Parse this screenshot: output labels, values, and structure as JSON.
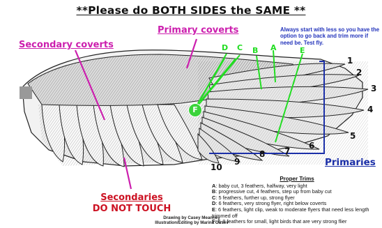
{
  "title": "**Please do BOTH SIDES the SAME **",
  "note": "Always start with less so you have the option to go back and trim more if need be. Test fly.",
  "labels": {
    "primary_coverts": "Primary coverts",
    "secondary_coverts": "Secondary coverts",
    "secondaries": "Secondaries",
    "do_not_touch": "DO NOT TOUCH",
    "primaries": "Primaries"
  },
  "feather_numbers": [
    "1",
    "2",
    "3",
    "4",
    "5",
    "6",
    "7",
    "8",
    "9",
    "10"
  ],
  "trim_letters": [
    "A",
    "B",
    "C",
    "D",
    "E",
    "F"
  ],
  "proper_trims": {
    "heading": "Proper Trims",
    "items": [
      {
        "letter": "A",
        "text": ": baby cut, 3 feathers, halfway, very light"
      },
      {
        "letter": "B",
        "text": ": progressive cut, 4 feathers, step up from baby cut"
      },
      {
        "letter": "C",
        "text": ": 5 feathers, further up, strong flyer"
      },
      {
        "letter": "D",
        "text": ": 6 feathers, very strong flyer, right below coverts"
      },
      {
        "letter": "E",
        "text": ": 6 feathers, light clip, weak to moderate flyers that need less length trimmed off"
      },
      {
        "letter": "F",
        "text": ": 6-8 feathers for small, light birds that are very strong flier"
      }
    ]
  },
  "credit": {
    "line1": "Drawing by Casey Meanney",
    "line2": "Illustration/Editing by Marina Gusev"
  },
  "colors": {
    "magenta": "#cc1fae",
    "green": "#22dd22",
    "blue": "#1b2fa8",
    "red": "#cc1122"
  }
}
